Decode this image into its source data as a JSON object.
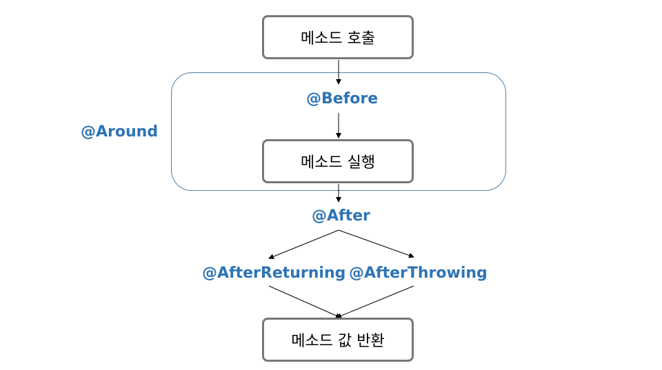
{
  "nodes": {
    "method_call": "메소드 호출",
    "method_exec": "메소드 실행",
    "method_return": "메소드 값 반환"
  },
  "labels": {
    "around": "@Around",
    "before": "@Before",
    "after": "@After",
    "after_returning": "@AfterReturning",
    "after_throwing": "@AfterThrowing"
  },
  "colors": {
    "annotation_text": "#2e74b5",
    "node_border": "#777777",
    "region_border": "#4f7fa8",
    "connector": "#000000"
  }
}
